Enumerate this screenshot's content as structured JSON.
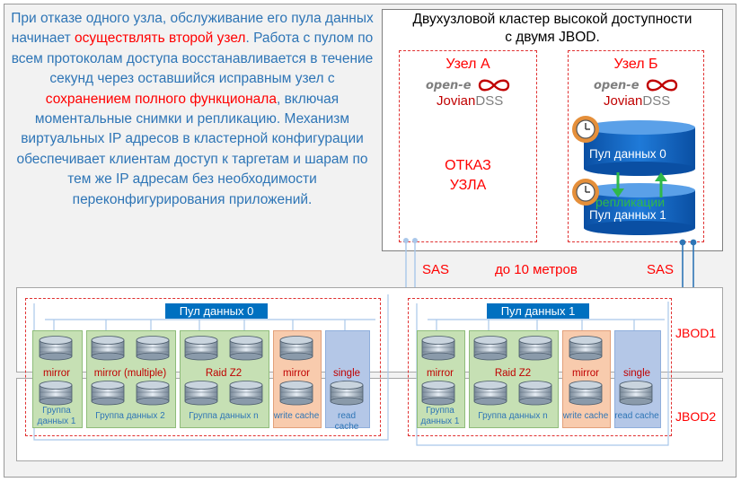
{
  "description": {
    "p1": "При отказе одного узла, обслуживание его пула данных начинает ",
    "h1": "осуществлять второй узел",
    "p2": ". Работа с пулом по всем протоколам доступа восстанавливается в течение секунд через оставшийся исправным узел с ",
    "h2": "сохранением полного функционала",
    "p3": ", включая моментальные снимки и репликацию. Механизм виртуальных IP адресов в кластерной конфигурации обеспечивает клиентам доступ к таргетам и шарам по тем же IP адресам без необходимости переконфигурирования приложений."
  },
  "cluster": {
    "title_line1": "Двухузловой кластер высокой доступности",
    "title_line2": "с двумя JBOD."
  },
  "node_a": {
    "title": "Узел А",
    "logo_top": "open-e",
    "logo_bottom_1": "Jovian",
    "logo_bottom_2": "DSS",
    "fail_line1": "ОТКАЗ",
    "fail_line2": "УЗЛА"
  },
  "node_b": {
    "title": "Узел Б",
    "logo_top": "open-e",
    "logo_bottom_1": "Jovian",
    "logo_bottom_2": "DSS",
    "pool0": "Пул данных 0",
    "pool1": "Пул данных 1",
    "replication": "репликации"
  },
  "links": {
    "sas_left": "SAS",
    "distance": "до 10 метров",
    "sas_right": "SAS"
  },
  "jbod": {
    "jbod1": "JBOD1",
    "jbod2": "JBOD2",
    "pool0_bar": "Пул данных 0",
    "pool1_bar": "Пул данных 1",
    "pool0_groups": [
      {
        "type": "mirror",
        "caption1": "Группа",
        "caption2": "данных 1"
      },
      {
        "type": "mirror (multiple)",
        "caption1": "Группа данных 2",
        "caption2": ""
      },
      {
        "type": "Raid Z2",
        "caption1": "Группа данных n",
        "caption2": ""
      },
      {
        "type": "mirror",
        "caption1": "write cache",
        "caption2": ""
      },
      {
        "type": "single",
        "caption1": "read cache",
        "caption2": ""
      }
    ],
    "pool1_groups": [
      {
        "type": "mirror",
        "caption1": "Группа",
        "caption2": "данных 1"
      },
      {
        "type": "Raid Z2",
        "caption1": "Группа данных n",
        "caption2": ""
      },
      {
        "type": "mirror",
        "caption1": "write cache",
        "caption2": ""
      },
      {
        "type": "single",
        "caption1": "read cache",
        "caption2": ""
      }
    ]
  },
  "colors": {
    "accent_blue": "#2e75b6",
    "highlight_red": "#ff0000",
    "pool_blue": "#0070c0",
    "data_group_green": "#c6e0b4",
    "write_cache_orange": "#f8cbad",
    "read_cache_blue": "#b4c7e7"
  }
}
